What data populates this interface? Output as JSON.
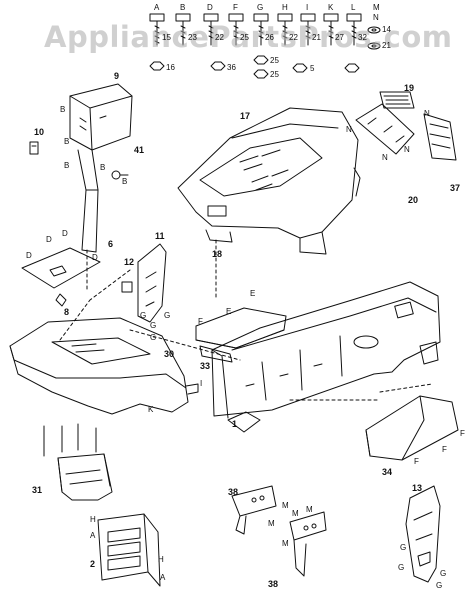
{
  "watermark": "AppliancePartsPros.com",
  "hardware": [
    {
      "letter": "A",
      "num": "15"
    },
    {
      "letter": "B",
      "num": "23"
    },
    {
      "letter": "D",
      "num": "22"
    },
    {
      "letter": "F",
      "num": "25"
    },
    {
      "letter": "G",
      "num": "26"
    },
    {
      "letter": "H",
      "num": "22"
    },
    {
      "letter": "I",
      "num": "21"
    },
    {
      "letter": "K",
      "num": "27"
    },
    {
      "letter": "L",
      "num": "32"
    },
    {
      "letter": "M",
      "num": "14"
    },
    {
      "letter": "N",
      "num": "21"
    }
  ],
  "nut_labels": [
    "16",
    "36",
    "25",
    "5",
    "25"
  ],
  "parts": {
    "p9": "9",
    "p10": "10",
    "p41": "41",
    "p6": "6",
    "p8": "8",
    "p11": "11",
    "p12": "12",
    "p17": "17",
    "p18": "18",
    "p19": "19",
    "p20": "20",
    "p37": "37",
    "p30": "30",
    "p33": "33",
    "p1": "1",
    "p34": "34",
    "p31": "31",
    "p2": "2",
    "p38a": "38",
    "p38b": "38",
    "p13": "13"
  },
  "ref_letters": {
    "b": "B",
    "d": "D",
    "g": "G",
    "n": "N",
    "e": "E",
    "f": "F",
    "h": "H",
    "a": "A",
    "i": "I",
    "k": "K",
    "m": "M"
  }
}
